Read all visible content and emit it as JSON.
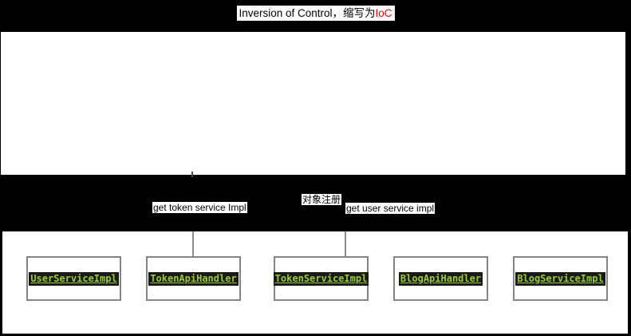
{
  "title": {
    "prefix": "Inversion of Control，缩写为",
    "highlight": "IoC"
  },
  "connector_labels": {
    "get_token": "get token service Impl",
    "object_register": "对象注册",
    "get_user": "get user service impl"
  },
  "services": [
    {
      "label": "UserServiceImpl"
    },
    {
      "label": "TokenApiHandler"
    },
    {
      "label": "TokenServiceImpl"
    },
    {
      "label": "BlogApiHandler"
    },
    {
      "label": "BlogServiceImpl"
    }
  ],
  "colors": {
    "canvas_black": "#000000",
    "surface_white": "#ffffff",
    "highlight_red": "#ff0000",
    "service_text_green": "#9acd32",
    "service_label_bg": "#1a1a1a",
    "box_border_gray": "#848484",
    "connector_gray": "#8c8c8c"
  }
}
